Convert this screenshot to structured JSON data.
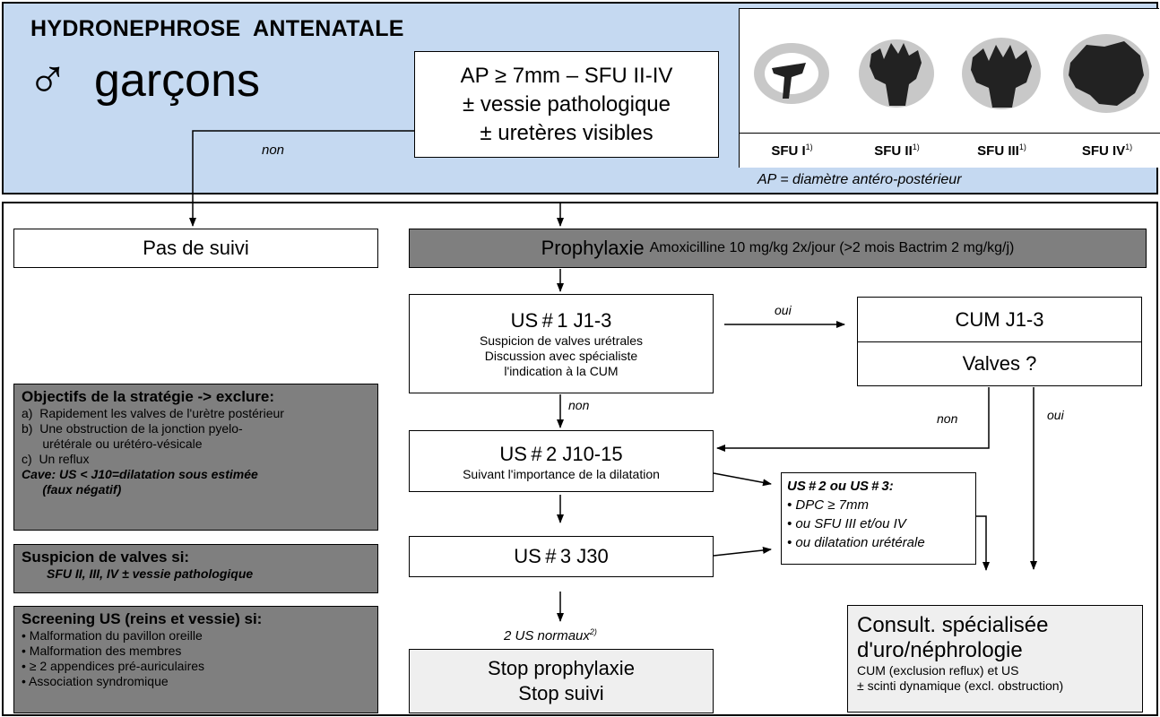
{
  "header": {
    "title": "HYDRONEPHROSE  ANTENATALE",
    "male_symbol": "♂",
    "gender": "garçons",
    "criteria": [
      "AP ≥ 7mm – SFU II-IV",
      "± vessie pathologique",
      "± uretères visibles"
    ],
    "non_label": "non",
    "sfu_labels": [
      {
        "text": "SFU I",
        "sup": "1)"
      },
      {
        "text": "SFU II",
        "sup": "1)"
      },
      {
        "text": "SFU III",
        "sup": "1)"
      },
      {
        "text": "SFU IV",
        "sup": "1)"
      }
    ],
    "ap_note": "AP = diamètre antéro-postérieur"
  },
  "flow": {
    "pas_de_suivi": "Pas de suivi",
    "prophylaxie_title": "Prophylaxie",
    "prophylaxie_detail": "Amoxicilline 10 mg/kg 2x/jour (>2 mois Bactrim 2 mg/kg/j)",
    "us1": {
      "title": "US # 1 J1-3",
      "lines": [
        "Suspicion de valves urétrales",
        "Discussion avec spécialiste",
        "l'indication à la CUM"
      ]
    },
    "oui_1": "oui",
    "cum": {
      "title": "CUM J1-3",
      "question": "Valves ?"
    },
    "non_1": "non",
    "non_2": "non",
    "oui_2": "oui",
    "us2": {
      "title": "US # 2 J10-15",
      "line": "Suivant l'importance de la dilatation"
    },
    "criteria_box": {
      "title": "US # 2 ou US # 3:",
      "items": [
        "• DPC ≥ 7mm",
        "• ou SFU III et/ou IV",
        "• ou dilatation urétérale"
      ]
    },
    "us3": {
      "title": "US # 3 J30"
    },
    "normal_us": "2 US normaux",
    "normal_us_sup": "2)",
    "stop": [
      "Stop prophylaxie",
      "Stop suivi"
    ],
    "consult": {
      "title_lines": [
        "Consult. spécialisée",
        "d'uro/néphrologie"
      ],
      "lines": [
        "CUM (exclusion reflux) et US",
        "± scinti dynamique (excl. obstruction)"
      ]
    }
  },
  "sidebar": {
    "objectifs": {
      "title": "Objectifs de la stratégie -> exclure:",
      "items": [
        "a)  Rapidement les valves de l'urètre postérieur",
        "b)  Une obstruction de la jonction pyelo-",
        "      urétérale ou urétéro-vésicale",
        "c)  Un reflux"
      ],
      "cave": [
        "Cave: US < J10=dilatation sous estimée",
        "      (faux négatif)"
      ]
    },
    "suspicion": {
      "title": "Suspicion de valves si:",
      "line": "SFU II, III, IV ± vessie pathologique"
    },
    "screening": {
      "title": "Screening US (reins et vessie) si:",
      "items": [
        "• Malformation du pavillon oreille",
        "• Malformation des membres",
        "• ≥ 2 appendices pré-auriculaires",
        "• Association syndromique"
      ]
    }
  }
}
